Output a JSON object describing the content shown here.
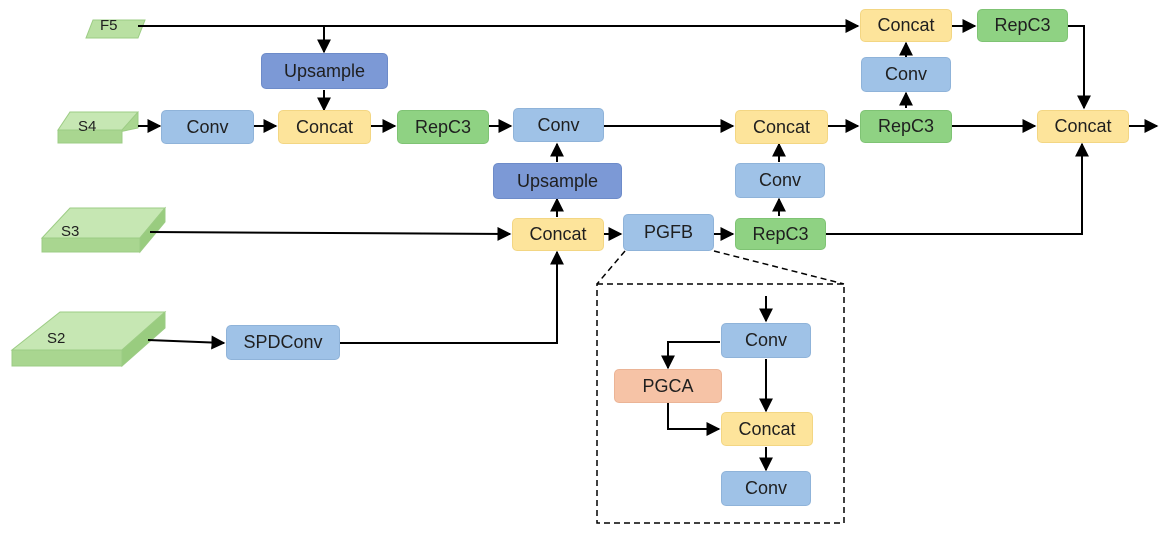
{
  "inputs": {
    "f5": "F5",
    "s4": "S4",
    "s3": "S3",
    "s2": "S2"
  },
  "nodes": {
    "upsample_top": "Upsample",
    "conv_s4": "Conv",
    "concat_s4": "Concat",
    "repc3_s4": "RepC3",
    "conv_mid": "Conv",
    "upsample_mid": "Upsample",
    "concat_s3": "Concat",
    "spdconv": "SPDConv",
    "pgfb": "PGFB",
    "repc3_s3": "RepC3",
    "conv_up_s3": "Conv",
    "concat_right_s4": "Concat",
    "repc3_right_s4": "RepC3",
    "conv_up_s4": "Conv",
    "concat_top": "Concat",
    "repc3_top": "RepC3",
    "concat_out": "Concat"
  },
  "pgfb_detail": {
    "conv_in": "Conv",
    "pgca": "PGCA",
    "concat": "Concat",
    "conv_out": "Conv"
  },
  "colors": {
    "input": "#b9e0a2",
    "conv": "#9fc2e7",
    "concat": "#fde49b",
    "repc3": "#8fd283",
    "upsample": "#7c99d6",
    "pgca": "#f6c3a6",
    "arrow": "#000000"
  }
}
